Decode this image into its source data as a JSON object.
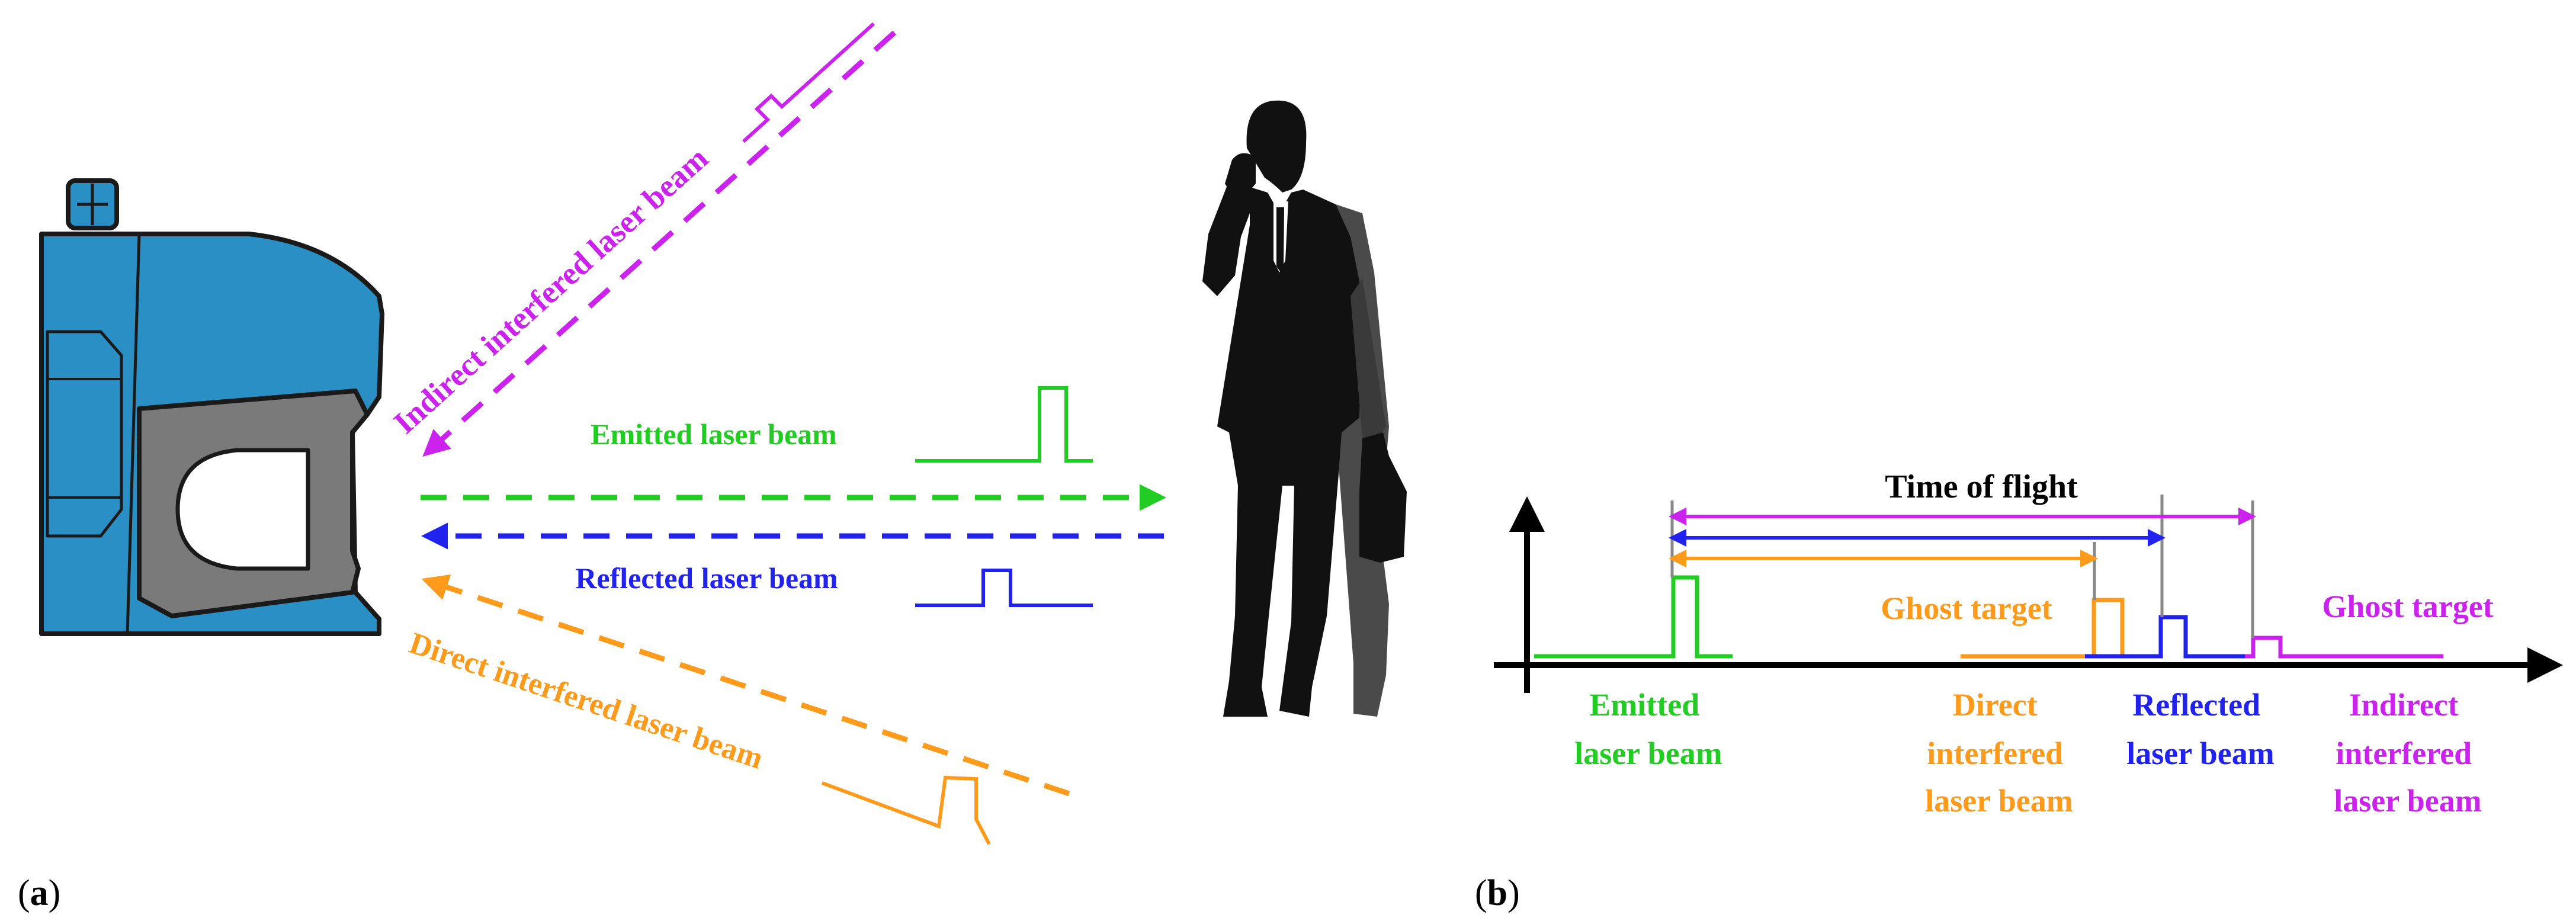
{
  "colors": {
    "emitted": "#22cc22",
    "reflected": "#2222ee",
    "direct_interfered": "#ff9a1a",
    "indirect_interfered": "#cc22ee",
    "axis": "#000000",
    "scanner_body": "#2a8fc4",
    "scanner_grey": "#7a7a7a",
    "silhouette": "#111111"
  },
  "panel_a": {
    "label_open": "(",
    "label_letter": "a",
    "label_close": ")",
    "icons": [
      "lidar-scanner-icon",
      "walking-person-silhouette-icon"
    ],
    "beams": {
      "emitted": "Emitted laser beam",
      "reflected": "Reflected laser beam",
      "direct_interfered": "Direct interfered laser beam",
      "indirect_interfered": "Indirect interfered laser beam"
    }
  },
  "panel_b": {
    "label_open": "(",
    "label_letter": "b",
    "label_close": ")",
    "time_of_flight": "Time of flight",
    "ghost_target_1": "Ghost target",
    "ghost_target_2": "Ghost target",
    "pulse_labels": {
      "emitted": [
        "Emitted",
        "laser beam"
      ],
      "direct_interfered": [
        "Direct",
        "interfered",
        "laser beam"
      ],
      "reflected": [
        "Reflected",
        "laser beam"
      ],
      "indirect_interfered": [
        "Indirect",
        "interfered",
        "laser beam"
      ]
    }
  }
}
